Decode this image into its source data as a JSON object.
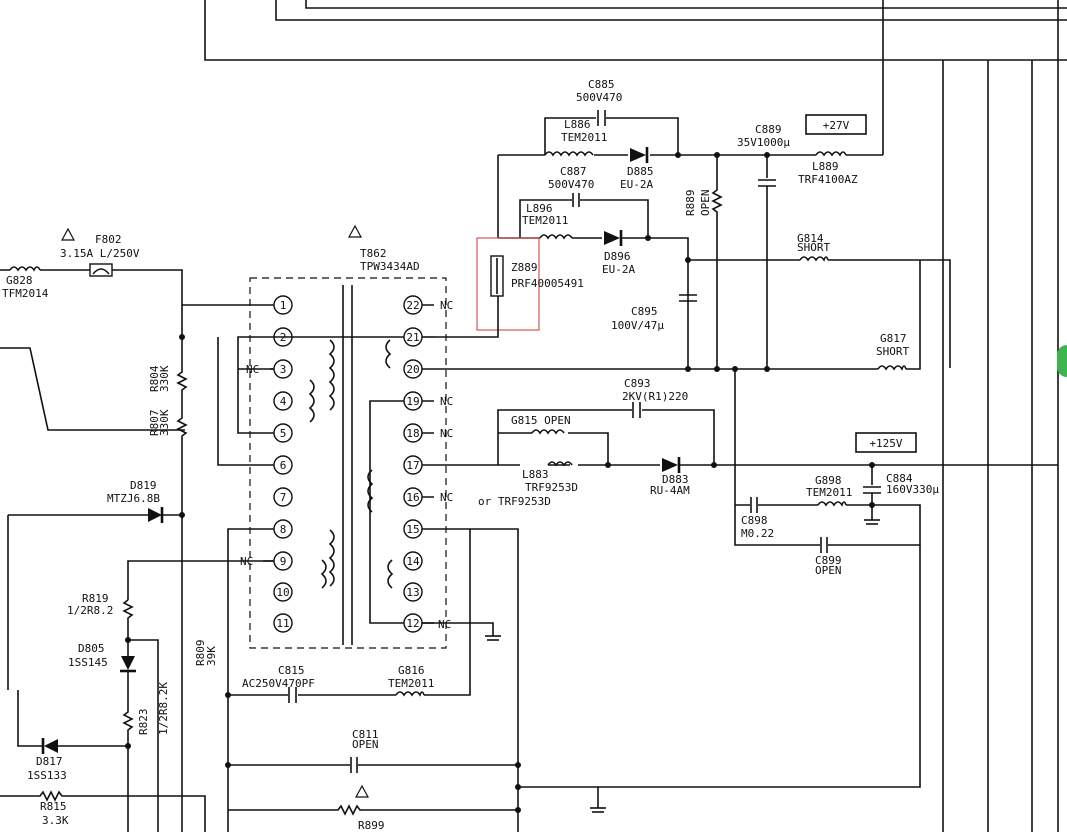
{
  "rails": {
    "v27": "+27V",
    "v125": "+125V"
  },
  "transformer": {
    "ref": "T862",
    "part": "TPW3434AD",
    "pins": [
      "1",
      "2",
      "3",
      "4",
      "5",
      "6",
      "7",
      "8",
      "9",
      "10",
      "11",
      "12",
      "13",
      "14",
      "15",
      "16",
      "17",
      "18",
      "19",
      "20",
      "21",
      "22"
    ],
    "nc": "NC"
  },
  "labels": {
    "c885_ref": "C885",
    "c885_val": "500V470",
    "l886_ref": "L886",
    "l886_val": "TEM2011",
    "d885_ref": "D885",
    "d885_val": "EU-2A",
    "c887_ref": "C887",
    "c887_val": "500V470",
    "l896_ref": "L896",
    "l896_val": "TEM2011",
    "d896_ref": "D896",
    "d896_val": "EU-2A",
    "r889_ref": "R889",
    "r889_val": "OPEN",
    "c889_ref": "C889",
    "c889_val": "35V1000μ",
    "l889_ref": "L889",
    "l889_val": "TRF4100AZ",
    "g814_ref": "G814",
    "g814_val": "SHORT",
    "z889_ref": "Z889",
    "z889_val": "PRF40005491",
    "c895_ref": "C895",
    "c895_val": "100V/47μ",
    "g817_ref": "G817",
    "g817_val": "SHORT",
    "c893_ref": "C893",
    "c893_val": "2KV(R1)220",
    "g815": "G815 OPEN",
    "l883_ref": "L883",
    "l883_val": "TRF9253D",
    "l883_alt": "or TRF9253D",
    "d883_ref": "D883",
    "d883_val": "RU-4AM",
    "g898_ref": "G898",
    "g898_val": "TEM2011",
    "c884_ref": "C884",
    "c884_val": "160V330μ",
    "c898_ref": "C898",
    "c898_val": "M0.22",
    "c899_ref": "C899",
    "c899_val": "OPEN",
    "f802_ref": "F802",
    "f802_val": "3.15A L/250V",
    "g828_ref": "G828",
    "g828_val": "TFM2014",
    "r804": "R804",
    "r804_val": "330K",
    "r807": "R807",
    "r807_val": "330K",
    "d819_ref": "D819",
    "d819_val": "MTZJ6.8B",
    "r819_ref": "R819",
    "r819_val": "1/2R8.2",
    "d805_ref": "D805",
    "d805_val": "1SS145",
    "r809_ref": "R809",
    "r809_val": "39K",
    "r823_ref": "R823",
    "r823_val": "1/2R8.2K",
    "d817_ref": "D817",
    "d817_val": "1SS133",
    "r815_ref": "R815",
    "r815_val": "3.3K",
    "c815_ref": "C815",
    "c815_val": "AC250V470PF",
    "g816_ref": "G816",
    "g816_val": "TEM2011",
    "c811_ref": "C811",
    "c811_val": "OPEN",
    "r899_ref": "R899"
  }
}
